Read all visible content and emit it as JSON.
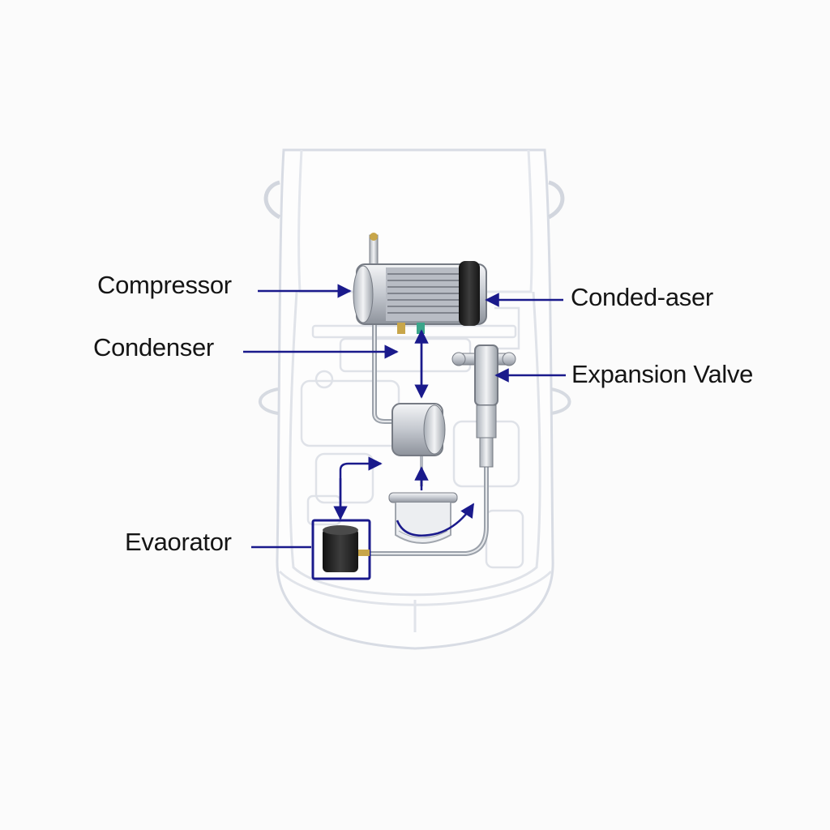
{
  "labels": {
    "compressor": "Compressor",
    "condenser": "Condenser",
    "conded_aser": "Conded-aser",
    "expansion_valve": "Expansion Valve",
    "evaporator": "Evaorator"
  },
  "colors": {
    "background": "#fbfbfb",
    "car_outline": "#d8dce4",
    "pointer": "#1a1a8c",
    "component_metal": "#b9bec7",
    "evaporator_box": "#2a2a2a"
  }
}
